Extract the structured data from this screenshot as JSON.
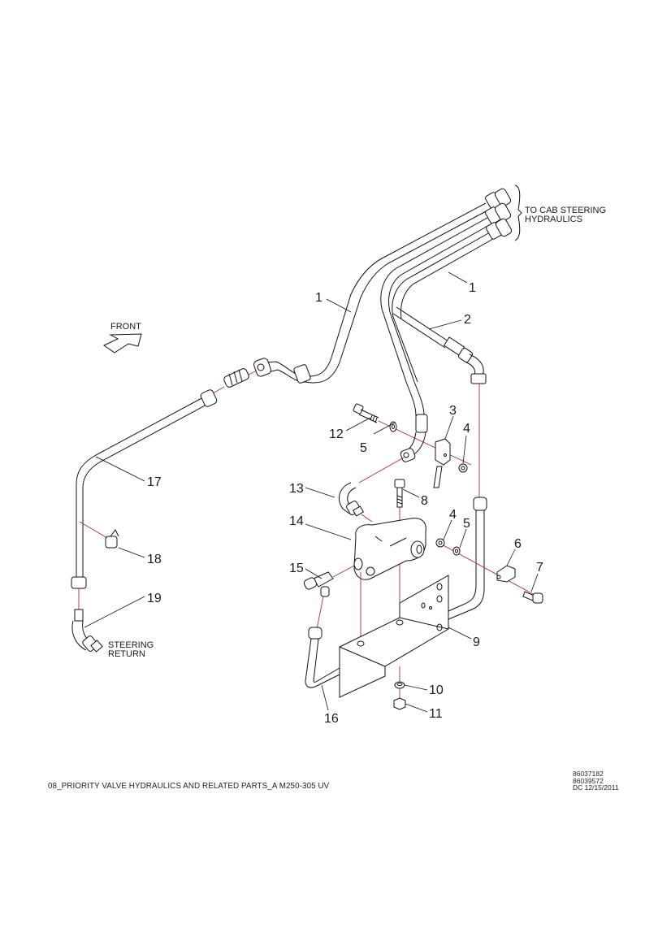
{
  "diagram": {
    "title": "08_PRIORITY VALVE HYDRAULICS AND RELATED PARTS_A M250-305 UV",
    "doc_ids": [
      "86037182",
      "86039572",
      "DC 12/15/2011"
    ],
    "notes": {
      "to_cab_line1": "TO CAB STEERING",
      "to_cab_line2": "HYDRAULICS",
      "front": "FRONT",
      "steering_return_line1": "STEERING",
      "steering_return_line2": "RETURN"
    },
    "callouts": [
      {
        "id": "c1a",
        "label": "1"
      },
      {
        "id": "c1b",
        "label": "1"
      },
      {
        "id": "c2",
        "label": "2"
      },
      {
        "id": "c3",
        "label": "3"
      },
      {
        "id": "c4a",
        "label": "4"
      },
      {
        "id": "c4b",
        "label": "4"
      },
      {
        "id": "c5a",
        "label": "5"
      },
      {
        "id": "c5b",
        "label": "5"
      },
      {
        "id": "c6",
        "label": "6"
      },
      {
        "id": "c7",
        "label": "7"
      },
      {
        "id": "c8",
        "label": "8"
      },
      {
        "id": "c9",
        "label": "9"
      },
      {
        "id": "c10",
        "label": "10"
      },
      {
        "id": "c11",
        "label": "11"
      },
      {
        "id": "c12",
        "label": "12"
      },
      {
        "id": "c13",
        "label": "13"
      },
      {
        "id": "c14",
        "label": "14"
      },
      {
        "id": "c15",
        "label": "15"
      },
      {
        "id": "c16",
        "label": "16"
      },
      {
        "id": "c17",
        "label": "17"
      },
      {
        "id": "c18",
        "label": "18"
      },
      {
        "id": "c19",
        "label": "19"
      }
    ],
    "colors": {
      "line": "#111111",
      "centerline": "#b02b33",
      "background": "#ffffff"
    }
  }
}
